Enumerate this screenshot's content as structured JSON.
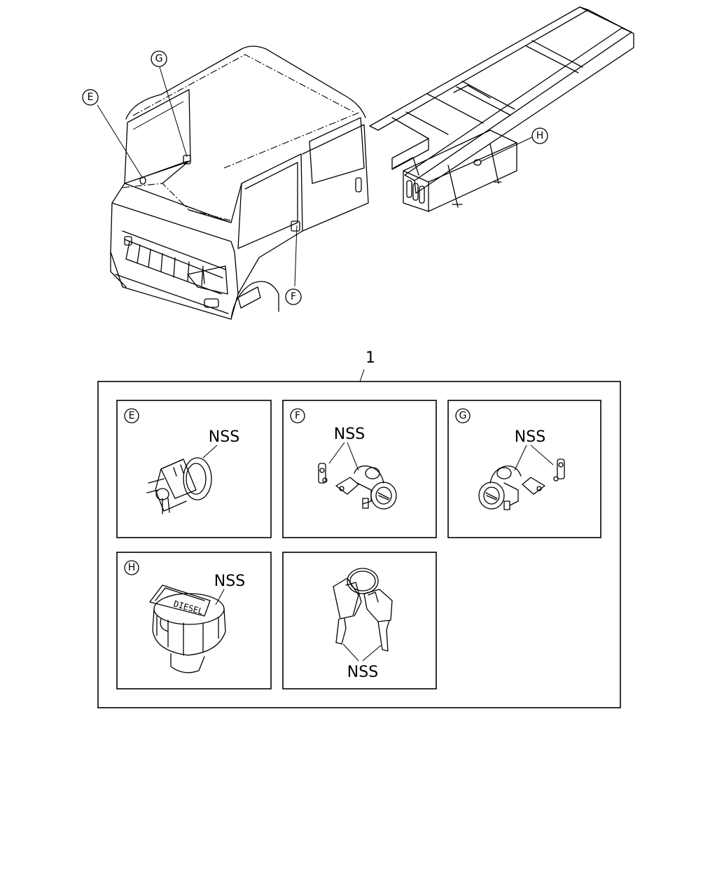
{
  "callouts": {
    "e": "E",
    "f": "F",
    "g": "G",
    "h": "H"
  },
  "group_number": "1",
  "panels": {
    "e": {
      "letter": "E",
      "label": "NSS"
    },
    "f": {
      "letter": "F",
      "label": "NSS"
    },
    "g": {
      "letter": "G",
      "label": "NSS"
    },
    "h": {
      "letter": "H",
      "label": "NSS"
    },
    "keys": {
      "label": "NSS"
    }
  },
  "embossed_text": "DIESEL"
}
